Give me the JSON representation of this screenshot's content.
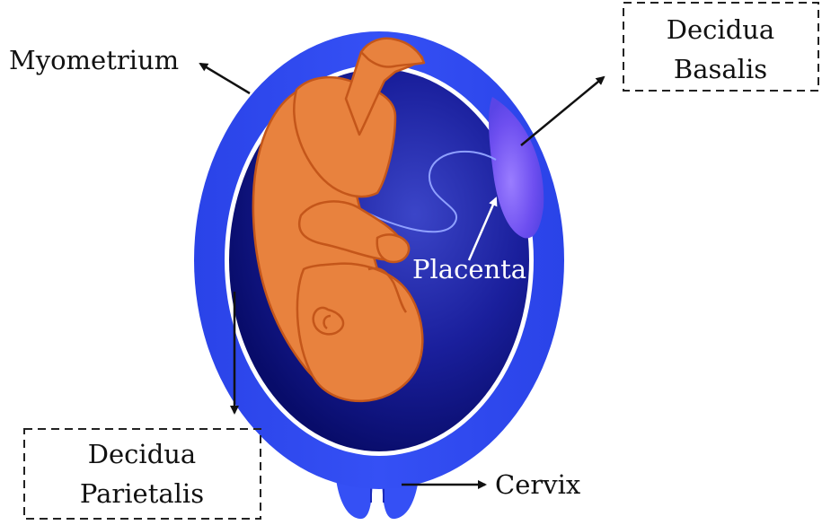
{
  "labels": {
    "myometrium": "Myometrium",
    "decidua_basalis_line1": "Decidua",
    "decidua_basalis_line2": "Basalis",
    "placenta": "Placenta",
    "decidua_parietalis_line1": "Decidua",
    "decidua_parietalis_line2": "Parietalis",
    "cervix": "Cervix"
  },
  "colors": {
    "myometrium_outer": "#2e49f0",
    "myometrium_edge": "#2239d6",
    "amniotic_cavity_dark": "#0b0f7a",
    "amniotic_cavity_light": "#3b45c8",
    "decidua_membrane": "#ffffff",
    "placenta": "#7f5cff",
    "fetus_fill": "#e8823e",
    "fetus_outline": "#c4561a",
    "arrow": "#111111",
    "arrow_placenta": "#ffffff",
    "label_box_border": "#222222"
  }
}
